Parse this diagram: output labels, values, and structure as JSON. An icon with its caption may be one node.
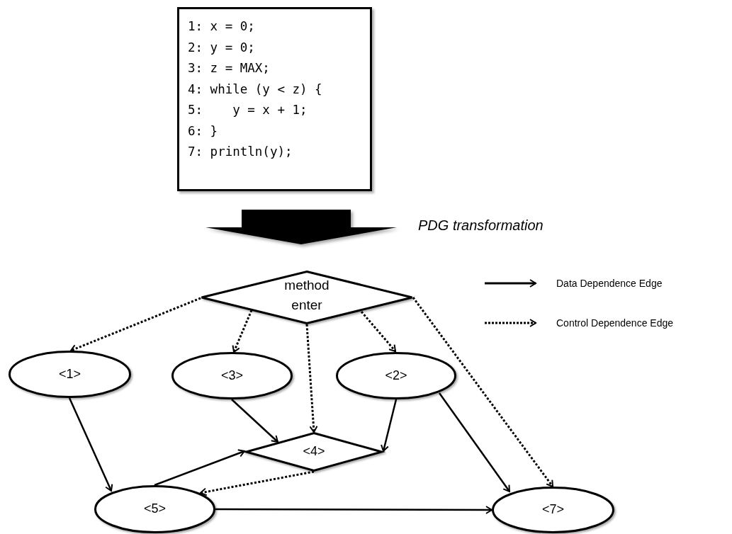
{
  "diagram": {
    "nodes": [
      {
        "text": [
          "1: x = 0;",
          "2: y = 0;",
          "3: z = MAX;",
          "4: while (y < z) {",
          "5:    y = x + 1;",
          "6: }",
          "7: println(y);"
        ]
      },
      {
        "text": [
          "method enter"
        ]
      },
      {
        "text": [
          "<1>"
        ]
      },
      {
        "text": [
          "<3>"
        ]
      },
      {
        "text": [
          "<2>"
        ]
      },
      {
        "text": [
          "<4>"
        ]
      },
      {
        "text": [
          "<5>"
        ]
      },
      {
        "text": [
          "<7>"
        ]
      }
    ],
    "edges": [
      {
        "from": 1,
        "to": 2,
        "arrow": "to",
        "style": "dashed"
      },
      {
        "from": 1,
        "to": 3,
        "arrow": "to",
        "style": "dashed"
      },
      {
        "from": 1,
        "to": 5,
        "arrow": "to",
        "style": "dashed"
      },
      {
        "from": 1,
        "to": 4,
        "arrow": "to",
        "style": "dashed"
      },
      {
        "from": 1,
        "to": 7,
        "arrow": "to",
        "style": "dashed"
      },
      {
        "from": 5,
        "to": 6,
        "arrow": "to",
        "style": "dashed"
      },
      {
        "from": 2,
        "to": 6,
        "arrow": "to"
      },
      {
        "from": 3,
        "to": 5,
        "arrow": "to"
      },
      {
        "from": 4,
        "to": 5,
        "arrow": "to"
      },
      {
        "from": 4,
        "to": 7,
        "arrow": "to"
      },
      {
        "from": 6,
        "to": 5,
        "arrow": "to"
      },
      {
        "from": 6,
        "to": 7,
        "arrow": "to"
      }
    ],
    "labels": [
      "PDG transformation"
    ],
    "legend": [
      {
        "text": "Data Dependence Edge"
      },
      {
        "text": "Control Dependence Edge"
      }
    ]
  }
}
